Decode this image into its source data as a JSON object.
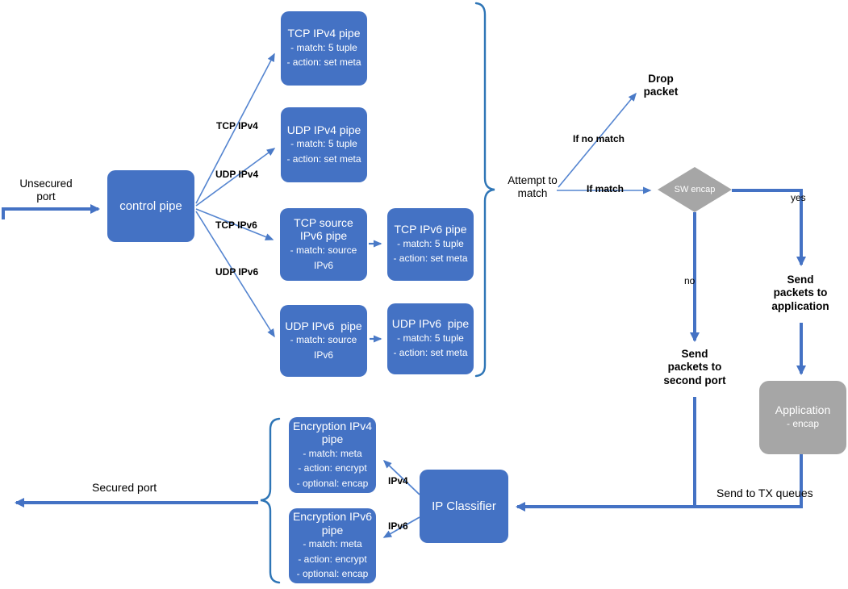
{
  "colors": {
    "node_fill": "#4472C4",
    "node_text": "#FFFFFF",
    "neutral_fill": "#A6A6A6",
    "connector": "#4472C4",
    "thin_connector": "#5585D0",
    "brace": "#2E75B6",
    "label_text": "#000000"
  },
  "nodes": {
    "control_pipe": {
      "title": "control pipe"
    },
    "tcp_ipv4_pipe": {
      "title": "TCP IPv4 pipe",
      "details": [
        "- match: 5 tuple",
        "- action: set meta"
      ]
    },
    "udp_ipv4_pipe": {
      "title": "UDP IPv4 pipe",
      "details": [
        "- match: 5 tuple",
        "- action: set meta"
      ]
    },
    "tcp_source_ipv6_pipe": {
      "title": "TCP source IPv6 pipe",
      "details": [
        "- match: source IPv6"
      ]
    },
    "udp_ipv6_source_pipe": {
      "title": "UDP IPv6  pipe",
      "details": [
        "- match: source IPv6"
      ]
    },
    "tcp_ipv6_pipe": {
      "title": "TCP IPv6 pipe",
      "details": [
        "- match: 5 tuple",
        "- action: set meta"
      ]
    },
    "udp_ipv6_pipe": {
      "title": "UDP IPv6  pipe",
      "details": [
        "- match: 5 tuple",
        "- action: set meta"
      ]
    },
    "sw_encap": {
      "title": "SW encap"
    },
    "application": {
      "title": "Application",
      "details": [
        "- encap"
      ]
    },
    "ip_classifier": {
      "title": "IP Classifier"
    },
    "encryption_ipv4_pipe": {
      "title": "Encryption IPv4 pipe",
      "details": [
        "- match: meta",
        "- action: encrypt",
        "- optional: encap"
      ]
    },
    "encryption_ipv6_pipe": {
      "title": "Encryption IPv6 pipe",
      "details": [
        "- match: meta",
        "- action: encrypt",
        "- optional: encap"
      ]
    }
  },
  "labels": {
    "unsecured_port": "Unsecured port",
    "secured_port": "Secured port",
    "tcp_ipv4": "TCP IPv4",
    "udp_ipv4": "UDP IPv4",
    "tcp_ipv6": "TCP IPv6",
    "udp_ipv6": "UDP IPv6",
    "attempt_to_match": "Attempt to match",
    "if_no_match": "If no match",
    "if_match": "If match",
    "drop_packet": "Drop packet",
    "yes": "yes",
    "no": "no",
    "send_packets_to_application": "Send packets to application",
    "send_packets_to_second_port": "Send packets to second port",
    "send_to_tx_queues": "Send to TX queues",
    "ipv4": "IPv4",
    "ipv6": "IPv6"
  }
}
